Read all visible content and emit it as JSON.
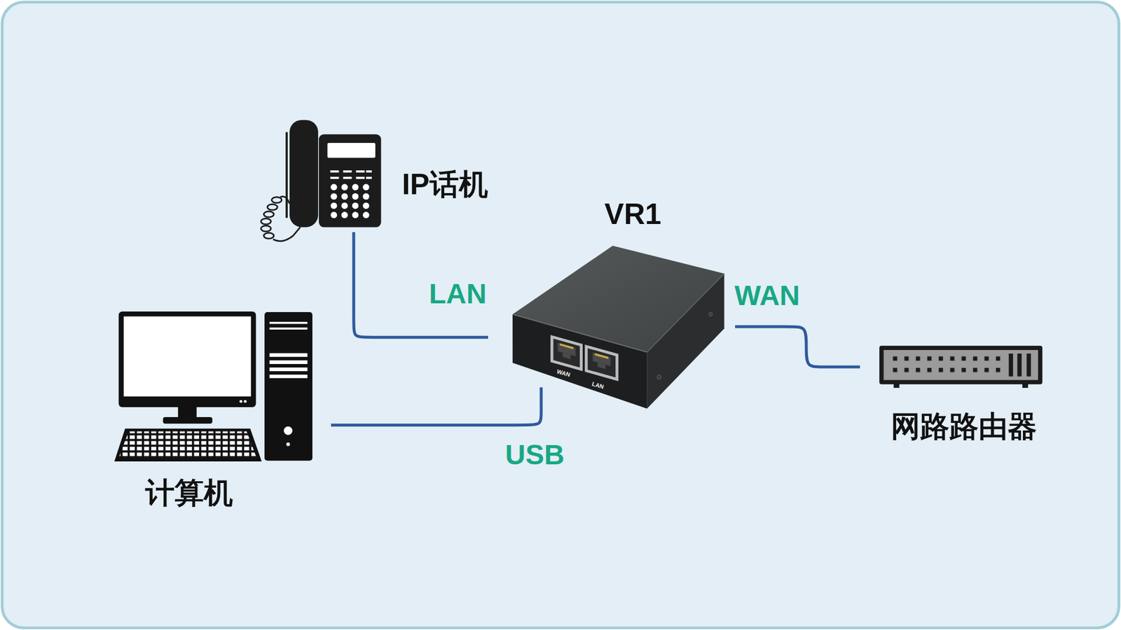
{
  "diagram": {
    "nodes": [
      {
        "text": [
          "IP话机"
        ]
      },
      {
        "text": [
          "VR1"
        ]
      },
      {
        "text": [
          "网路路由器"
        ]
      },
      {
        "text": [
          "计算机"
        ]
      }
    ],
    "edges": [
      {
        "from": 0,
        "to": 1,
        "label": "LAN",
        "arrow": "none"
      },
      {
        "from": 3,
        "to": 1,
        "label": "USB",
        "arrow": "none"
      },
      {
        "from": 1,
        "to": 2,
        "label": "WAN",
        "arrow": "none"
      }
    ],
    "labels": [
      "WAN",
      "LAN"
    ]
  }
}
